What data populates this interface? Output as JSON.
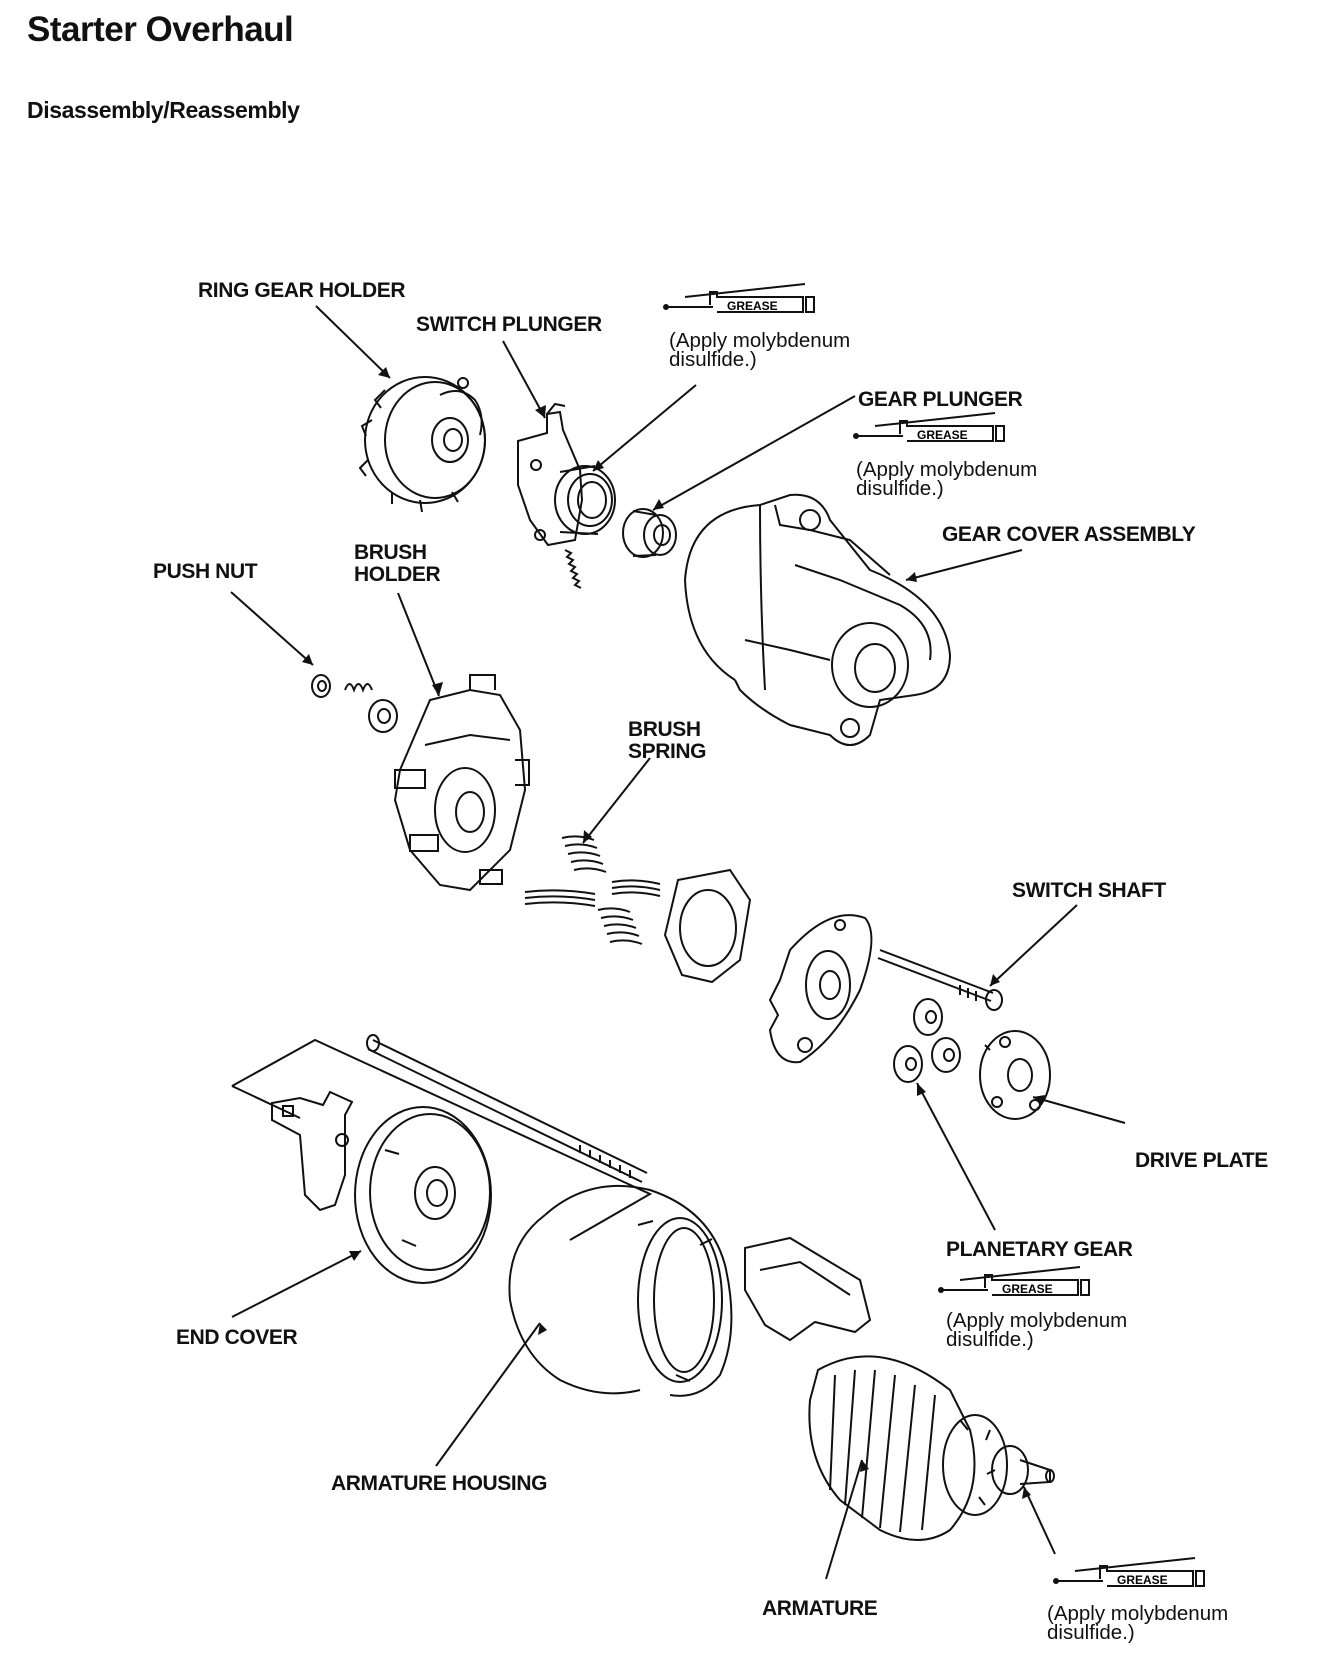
{
  "page": {
    "title": "Starter Overhaul",
    "subtitle": "Disassembly/Reassembly"
  },
  "grease_badge": "GREASE",
  "grease_note_line1": "(Apply molybdenum",
  "grease_note_line2": "disulfide.)",
  "labels": {
    "ring_gear_holder": "RING GEAR HOLDER",
    "switch_plunger": "SWITCH PLUNGER",
    "gear_plunger": "GEAR PLUNGER",
    "gear_cover_assembly": "GEAR COVER ASSEMBLY",
    "push_nut": "PUSH NUT",
    "brush_holder_line1": "BRUSH",
    "brush_holder_line2": "HOLDER",
    "brush_spring_line1": "BRUSH",
    "brush_spring_line2": "SPRING",
    "switch_shaft": "SWITCH SHAFT",
    "drive_plate": "DRIVE PLATE",
    "planetary_gear": "PLANETARY GEAR",
    "end_cover": "END COVER",
    "armature_housing": "ARMATURE HOUSING",
    "armature": "ARMATURE"
  },
  "icons": {
    "grease_gun": "grease-gun-icon"
  }
}
